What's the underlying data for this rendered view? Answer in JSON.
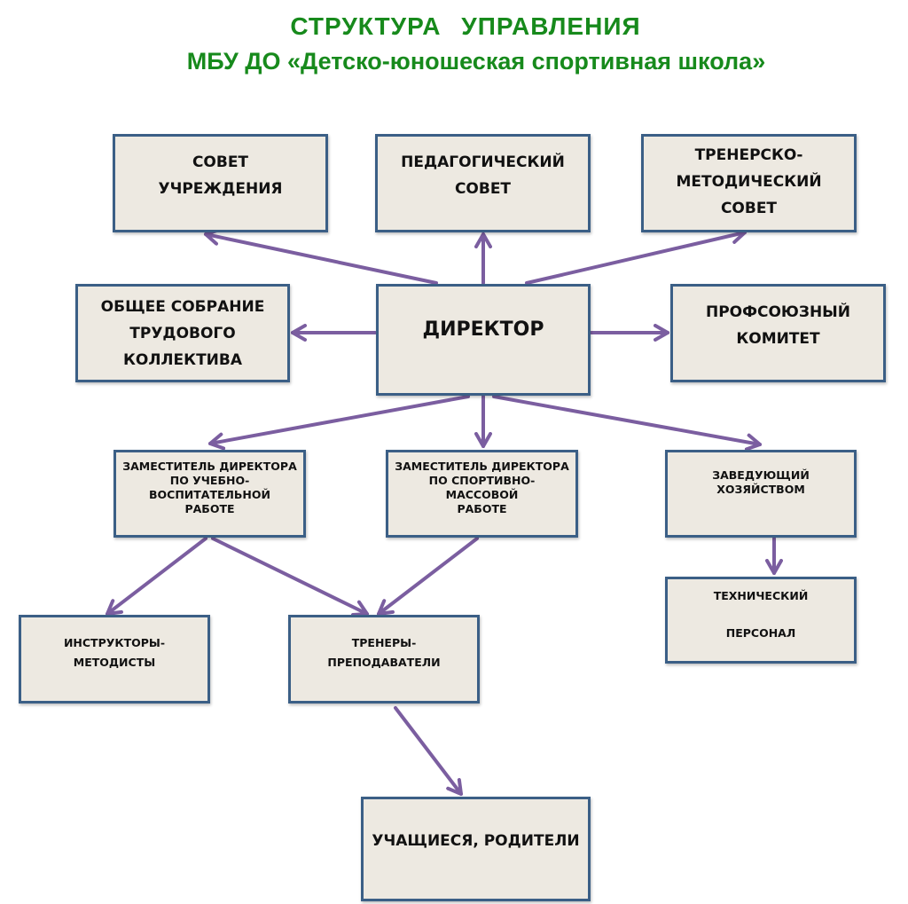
{
  "title": {
    "line1": "СТРУКТУРА   УПРАВЛЕНИЯ",
    "line2": "МБУ ДО «Детско-юношеская спортивная школа»"
  },
  "colors": {
    "title": "#178a1c",
    "box_fill": "#ede9e1",
    "box_border": "#3b5f86",
    "arrow": "#7b5ea0"
  },
  "nodes": {
    "council": {
      "lines": [
        "СОВЕТ",
        "УЧРЕЖДЕНИЯ"
      ]
    },
    "pedagogical": {
      "lines": [
        "ПЕДАГОГИЧЕСКИЙ",
        "СОВЕТ"
      ]
    },
    "coaching": {
      "lines": [
        "ТРЕНЕРСКО-",
        "МЕТОДИЧЕСКИЙ",
        "СОВЕТ"
      ]
    },
    "assembly": {
      "lines": [
        "ОБЩЕЕ СОБРАНИЕ",
        "ТРУДОВОГО",
        "КОЛЛЕКТИВА"
      ]
    },
    "director": {
      "lines": [
        "ДИРЕКТОР"
      ]
    },
    "union": {
      "lines": [
        "ПРОФСОЮЗНЫЙ",
        "КОМИТЕТ"
      ]
    },
    "deputy_edu": {
      "lines": [
        "ЗАМЕСТИТЕЛЬ ДИРЕКТОРА",
        "ПО УЧЕБНО-",
        "ВОСПИТАТЕЛЬНОЙ",
        "РАБОТЕ"
      ]
    },
    "deputy_sport": {
      "lines": [
        "ЗАМЕСТИТЕЛЬ ДИРЕКТОРА",
        "ПО СПОРТИВНО-",
        "МАССОВОЙ",
        "РАБОТЕ"
      ]
    },
    "housekeeping": {
      "lines": [
        "ЗАВЕДУЮЩИЙ",
        "ХОЗЯЙСТВОМ"
      ]
    },
    "tech_staff": {
      "lines": [
        "ТЕХНИЧЕСКИЙ",
        "",
        "ПЕРСОНАЛ"
      ]
    },
    "instructors": {
      "lines": [
        "ИНСТРУКТОРЫ-",
        "МЕТОДИСТЫ"
      ]
    },
    "trainers": {
      "lines": [
        "ТРЕНЕРЫ-",
        "ПРЕПОДАВАТЕЛИ"
      ]
    },
    "students": {
      "lines": [
        "УЧАЩИЕСЯ, РОДИТЕЛИ"
      ]
    }
  },
  "edges": [
    {
      "from": "director",
      "to": "council"
    },
    {
      "from": "director",
      "to": "pedagogical"
    },
    {
      "from": "director",
      "to": "coaching"
    },
    {
      "from": "director",
      "to": "assembly"
    },
    {
      "from": "director",
      "to": "union"
    },
    {
      "from": "director",
      "to": "deputy_edu"
    },
    {
      "from": "director",
      "to": "deputy_sport"
    },
    {
      "from": "director",
      "to": "housekeeping"
    },
    {
      "from": "housekeeping",
      "to": "tech_staff"
    },
    {
      "from": "deputy_edu",
      "to": "instructors"
    },
    {
      "from": "deputy_edu",
      "to": "trainers"
    },
    {
      "from": "deputy_sport",
      "to": "trainers"
    },
    {
      "from": "trainers",
      "to": "students"
    }
  ]
}
